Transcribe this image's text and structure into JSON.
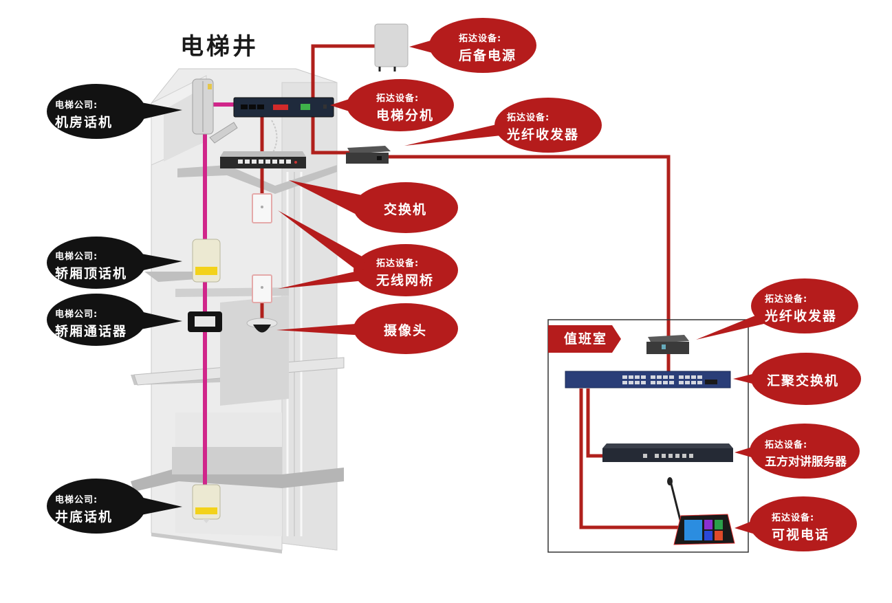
{
  "diagram": {
    "title": "电梯井",
    "colors": {
      "link_red": "#b0201c",
      "bubble_red": "#b51c1c",
      "bubble_black": "#121212",
      "phone_line_magenta": "#d0268a",
      "shaft_gray": "#d4d4d4",
      "room_border": "#333333"
    },
    "room": {
      "label": "值班室"
    },
    "labels": {
      "machine_room_phone": {
        "sub": "电梯公司:",
        "main": "机房话机"
      },
      "car_top_phone": {
        "sub": "电梯公司:",
        "main": "轿厢顶话机"
      },
      "car_intercom": {
        "sub": "电梯公司:",
        "main": "轿厢通话器"
      },
      "pit_phone": {
        "sub": "电梯公司:",
        "main": "井底话机"
      },
      "backup_power": {
        "sub": "拓达设备:",
        "main": "后备电源"
      },
      "elevator_extension": {
        "sub": "拓达设备:",
        "main": "电梯分机"
      },
      "fiber_transceiver_top": {
        "sub": "拓达设备:",
        "main": "光纤收发器"
      },
      "switch": {
        "main": "交换机"
      },
      "wireless_bridge": {
        "sub": "拓达设备:",
        "main": "无线网桥"
      },
      "camera": {
        "main": "摄像头"
      },
      "fiber_transceiver_room": {
        "sub": "拓达设备:",
        "main": "光纤收发器"
      },
      "aggregation_switch": {
        "main": "汇聚交换机"
      },
      "intercom_server": {
        "sub": "拓达设备:",
        "main": "五方对讲服务器"
      },
      "video_phone": {
        "sub": "拓达设备:",
        "main": "可视电话"
      }
    }
  }
}
